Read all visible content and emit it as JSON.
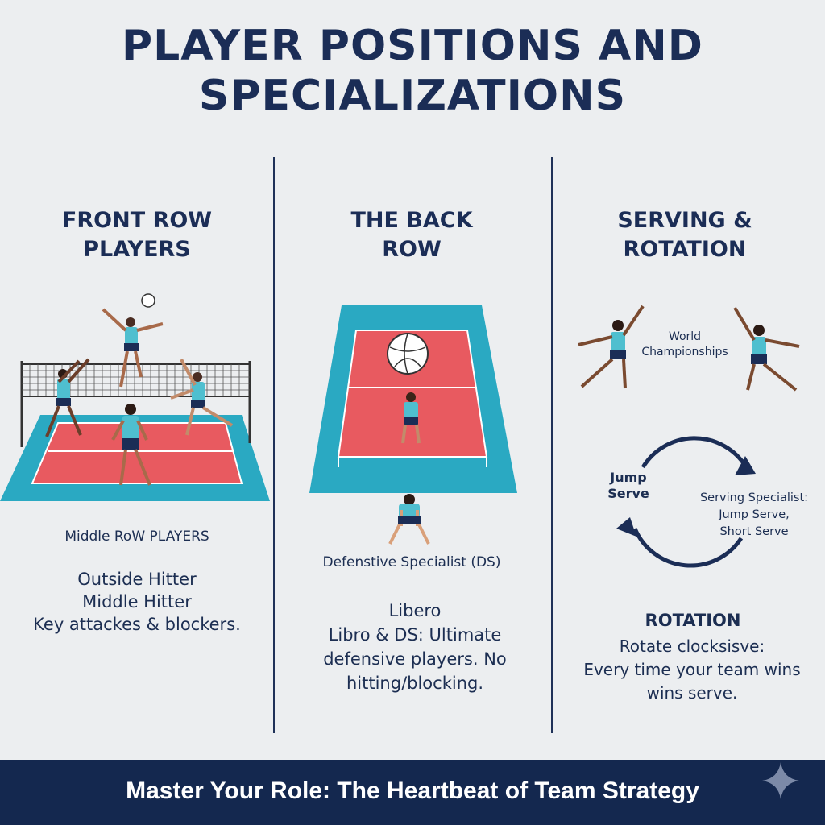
{
  "header": {
    "title_line1": "PLAYER POSITIONS AND",
    "title_line2": "SPECIALIZATIONS"
  },
  "columns": [
    {
      "heading_line1": "FRONT ROW",
      "heading_line2": "PLAYERS",
      "caption": "Middle RoW PLAYERS",
      "body_lines": [
        "Outside Hitter",
        "Middle Hitter",
        "Key attackes & blockers."
      ]
    },
    {
      "heading_line1": "THE BACK",
      "heading_line2": "ROW",
      "caption": "Defenstive Specialist (DS)",
      "body_lines": [
        "Libero",
        "Libro & DS: Ultimate",
        "defensive players. No",
        "hitting/blocking."
      ]
    },
    {
      "heading_line1": "SERVING &",
      "heading_line2": "ROTATION",
      "label_world": [
        "World",
        "Championships"
      ],
      "label_jump": [
        "Jump",
        "Serve"
      ],
      "label_specialist": [
        "Serving Specialist:",
        "Jump Serve,",
        "Short Serve"
      ],
      "rotation_heading": "ROTATION",
      "body_lines": [
        "Rotate clocksisve:",
        "Every time your team wins",
        "wins serve."
      ]
    }
  ],
  "footer": {
    "tagline": "Master Your Role: The Heartbeat of Team Strategy"
  },
  "icons": [
    "volleyball-icon",
    "sparkle-icon",
    "rotation-arrows-icon"
  ],
  "colors": {
    "navy": "#1b2d56",
    "court_red": "#e85a60",
    "court_teal": "#2aa9c2",
    "jersey": "#4fbfcf",
    "background": "#eceef0"
  }
}
